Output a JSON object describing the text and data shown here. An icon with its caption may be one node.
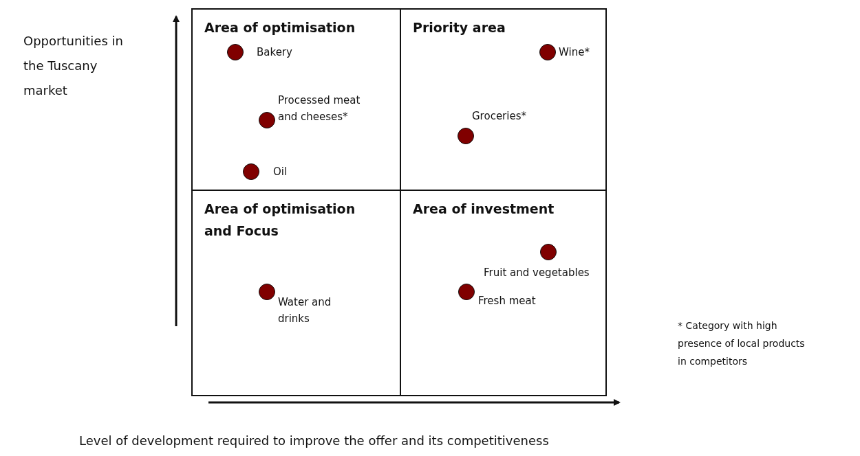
{
  "diagram": {
    "nodes": [
      {
        "text": [
          "Area of optimisation"
        ]
      },
      {
        "text": [],
        "shape": "circle",
        "in": 0,
        "beside": [
          "Bakery"
        ]
      },
      {
        "text": [],
        "shape": "circle",
        "in": 0,
        "beside": [
          "Processed meat and cheeses*"
        ]
      },
      {
        "text": [],
        "shape": "circle",
        "in": 0,
        "beside": [
          "Oil"
        ]
      },
      {
        "text": [
          "Priority area"
        ]
      },
      {
        "text": [],
        "shape": "circle",
        "in": 4,
        "beside": [
          "Wine*"
        ]
      },
      {
        "text": [],
        "shape": "circle",
        "in": 4,
        "beside": [
          "Groceries*"
        ]
      },
      {
        "text": [
          "Area of optimisation and Focus"
        ]
      },
      {
        "text": [],
        "shape": "circle",
        "in": 7,
        "beside": [
          "Water and drinks"
        ]
      },
      {
        "text": [
          "Area of investment"
        ]
      },
      {
        "text": [],
        "shape": "circle",
        "in": 9,
        "beside": [
          "Fruit and vegetables"
        ]
      },
      {
        "text": [],
        "shape": "circle",
        "in": 9,
        "beside": [
          "Fresh meat"
        ]
      }
    ],
    "labels": [
      "Opportunities in the Tuscany market",
      "* Category with high presence of local products in competitors",
      "Level of development required to improve the offer and its competitiveness"
    ]
  }
}
